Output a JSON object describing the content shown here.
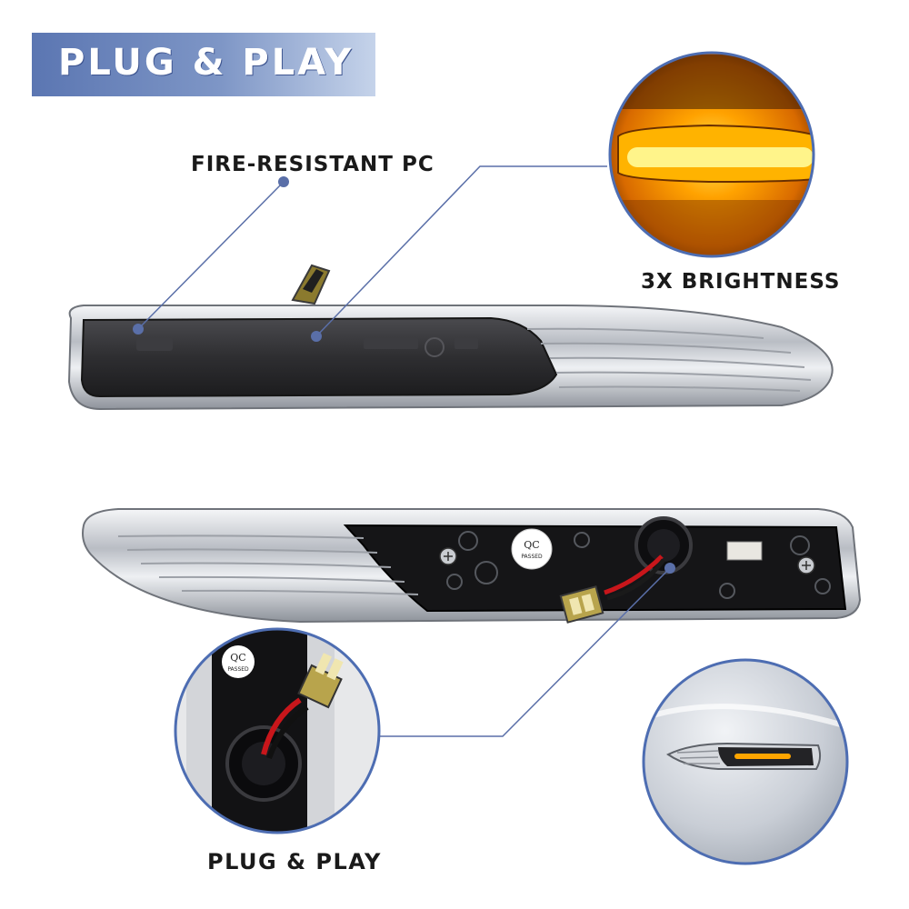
{
  "banner": {
    "title": "PLUG & PLAY"
  },
  "callouts": {
    "fire_resistant": "FIRE-RESISTANT PC",
    "brightness": "3X BRIGHTNESS",
    "plug_play": "PLUG & PLAY"
  },
  "stickers": {
    "qc": "QC",
    "passed": "PASSED"
  },
  "colors": {
    "banner_blue": "#6680bb",
    "leader_line": "#5a6fa8",
    "amber_glow": "#ff9a00",
    "chrome": "#c9ccd1"
  }
}
